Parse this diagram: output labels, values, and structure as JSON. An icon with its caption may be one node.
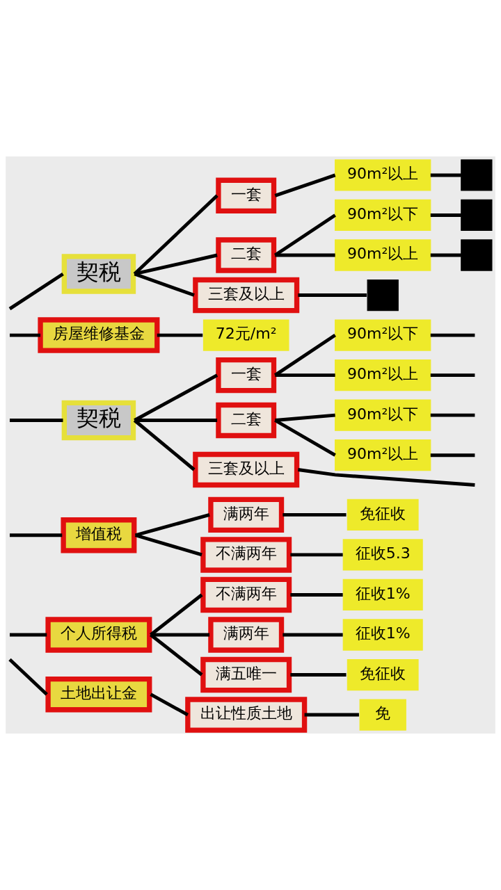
{
  "diagram": {
    "nodes": [
      {
        "text": [
          "契税"
        ]
      },
      {
        "text": [
          "一套"
        ]
      },
      {
        "text": [
          "二套"
        ]
      },
      {
        "text": [
          "三套及以上"
        ]
      },
      {
        "text": [
          "90m²以上"
        ]
      },
      {
        "text": [
          "90m²以下"
        ]
      },
      {
        "text": [
          "90m²以上"
        ]
      },
      {
        "text": [],
        "shape": "box"
      },
      {
        "text": [],
        "shape": "box"
      },
      {
        "text": [],
        "shape": "box"
      },
      {
        "text": [],
        "shape": "box"
      },
      {
        "text": [
          "房屋维修基金"
        ]
      },
      {
        "text": [
          "72元/m²"
        ]
      },
      {
        "text": [
          "契税"
        ]
      },
      {
        "text": [
          "一套"
        ]
      },
      {
        "text": [
          "二套"
        ]
      },
      {
        "text": [
          "三套及以上"
        ]
      },
      {
        "text": [
          "90m²以下"
        ]
      },
      {
        "text": [
          "90m²以上"
        ]
      },
      {
        "text": [
          "90m²以下"
        ]
      },
      {
        "text": [
          "90m²以上"
        ]
      },
      {
        "text": [
          "增值税"
        ]
      },
      {
        "text": [
          "满两年"
        ]
      },
      {
        "text": [
          "不满两年"
        ]
      },
      {
        "text": [
          "免征收"
        ]
      },
      {
        "text": [
          "征收5.3"
        ]
      },
      {
        "text": [
          "个人所得税"
        ]
      },
      {
        "text": [
          "不满两年"
        ]
      },
      {
        "text": [
          "满两年"
        ]
      },
      {
        "text": [
          "满五唯一"
        ]
      },
      {
        "text": [
          "征收1%"
        ]
      },
      {
        "text": [
          "征收1%"
        ]
      },
      {
        "text": [
          "免征收"
        ]
      },
      {
        "text": [
          "土地出让金"
        ]
      },
      {
        "text": [
          "出让性质土地"
        ]
      },
      {
        "text": [
          "免"
        ]
      }
    ],
    "edges": [
      {
        "from": null,
        "to": 0,
        "arrow": "none"
      },
      {
        "from": 0,
        "to": 1,
        "arrow": "none"
      },
      {
        "from": 0,
        "to": 2,
        "arrow": "none"
      },
      {
        "from": 0,
        "to": 3,
        "arrow": "none"
      },
      {
        "from": 1,
        "to": 4,
        "arrow": "none"
      },
      {
        "from": 2,
        "to": 5,
        "arrow": "none"
      },
      {
        "from": 2,
        "to": 6,
        "arrow": "none"
      },
      {
        "from": 4,
        "to": 7,
        "arrow": "none"
      },
      {
        "from": 5,
        "to": 8,
        "arrow": "none"
      },
      {
        "from": 6,
        "to": 9,
        "arrow": "none"
      },
      {
        "from": 3,
        "to": 10,
        "arrow": "none"
      },
      {
        "from": null,
        "to": 11,
        "arrow": "none"
      },
      {
        "from": 11,
        "to": 12,
        "arrow": "none"
      },
      {
        "from": null,
        "to": 13,
        "arrow": "none"
      },
      {
        "from": 13,
        "to": 14,
        "arrow": "none"
      },
      {
        "from": 13,
        "to": 15,
        "arrow": "none"
      },
      {
        "from": 13,
        "to": 16,
        "arrow": "none"
      },
      {
        "from": 14,
        "to": 17,
        "arrow": "none"
      },
      {
        "from": 14,
        "to": 18,
        "arrow": "none"
      },
      {
        "from": 15,
        "to": 19,
        "arrow": "none"
      },
      {
        "from": 15,
        "to": 20,
        "arrow": "none"
      },
      {
        "from": 17,
        "to": null,
        "arrow": "none"
      },
      {
        "from": 18,
        "to": null,
        "arrow": "none"
      },
      {
        "from": 19,
        "to": null,
        "arrow": "none"
      },
      {
        "from": 20,
        "to": null,
        "arrow": "none"
      },
      {
        "from": 16,
        "to": null,
        "arrow": "none"
      },
      {
        "from": null,
        "to": 21,
        "arrow": "none"
      },
      {
        "from": 21,
        "to": 22,
        "arrow": "none"
      },
      {
        "from": 21,
        "to": 23,
        "arrow": "none"
      },
      {
        "from": 22,
        "to": 24,
        "arrow": "none"
      },
      {
        "from": 23,
        "to": 25,
        "arrow": "none"
      },
      {
        "from": null,
        "to": 26,
        "arrow": "none"
      },
      {
        "from": 26,
        "to": 27,
        "arrow": "none"
      },
      {
        "from": 26,
        "to": 28,
        "arrow": "none"
      },
      {
        "from": 26,
        "to": 29,
        "arrow": "none"
      },
      {
        "from": 27,
        "to": 30,
        "arrow": "none"
      },
      {
        "from": 28,
        "to": 31,
        "arrow": "none"
      },
      {
        "from": 29,
        "to": 32,
        "arrow": "none"
      },
      {
        "from": null,
        "to": 33,
        "arrow": "none"
      },
      {
        "from": 33,
        "to": 34,
        "arrow": "none"
      },
      {
        "from": 34,
        "to": 35,
        "arrow": "none"
      }
    ]
  }
}
